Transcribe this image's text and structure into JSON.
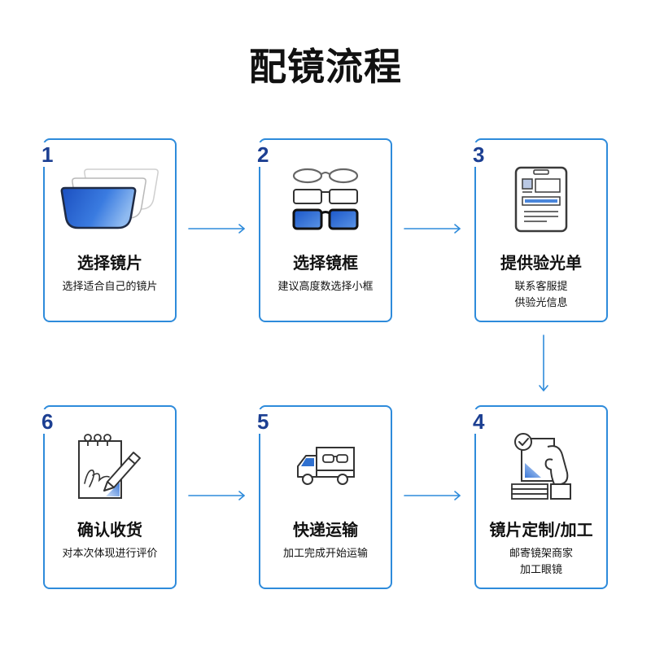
{
  "title": "配镜流程",
  "colors": {
    "accent": "#2e8bdb",
    "number": "#1c3f92",
    "text": "#111111",
    "lens_blue": "#2f70cf"
  },
  "steps": [
    {
      "number": "1",
      "title": "选择镜片",
      "desc": [
        "选择适合自己的镜片"
      ],
      "icon": "lens-icon"
    },
    {
      "number": "2",
      "title": "选择镜框",
      "desc": [
        "建议高度数选择小框"
      ],
      "icon": "glasses-frames-icon"
    },
    {
      "number": "3",
      "title": "提供验光单",
      "desc": [
        "联系客服提",
        "供验光信息"
      ],
      "icon": "prescription-document-icon"
    },
    {
      "number": "4",
      "title": "镜片定制/加工",
      "desc": [
        "邮寄镜架商家",
        "加工眼镜"
      ],
      "icon": "hand-holding-checked-document-icon"
    },
    {
      "number": "5",
      "title": "快递运输",
      "desc": [
        "加工完成开始运输"
      ],
      "icon": "delivery-truck-icon"
    },
    {
      "number": "6",
      "title": "确认收货",
      "desc": [
        "对本次体现进行评价"
      ],
      "icon": "signature-notepad-icon"
    }
  ]
}
